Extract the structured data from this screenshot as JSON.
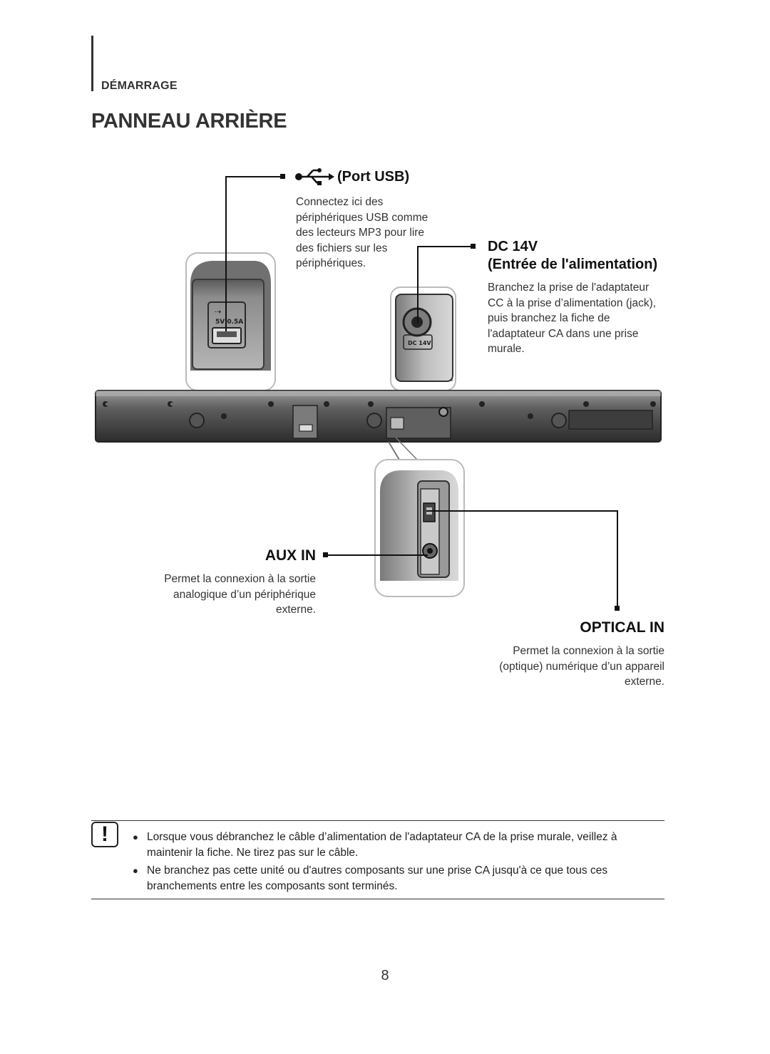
{
  "header": {
    "section": "DÉMARRAGE",
    "title": "PANNEAU ARRIÈRE"
  },
  "usb": {
    "label": "(Port USB)",
    "icon": "usb-icon",
    "desc": [
      "Connectez ici des",
      "périphériques USB comme",
      "des lecteurs MP3 pour lire",
      "des fichiers sur les",
      "périphériques."
    ],
    "panel_text": "5V 0.5A"
  },
  "dc": {
    "label": "DC 14V",
    "sublabel": "(Entrée de l'alimentation)",
    "desc": [
      "Branchez la prise de l'adaptateur",
      "CC à la prise d’alimentation (jack),",
      "puis branchez la fiche de",
      "l'adaptateur CA dans une prise",
      "murale."
    ],
    "panel_text": "DC 14V"
  },
  "aux": {
    "label": "AUX IN",
    "desc": [
      "Permet la connexion à la sortie",
      "analogique d’un périphérique",
      "externe."
    ]
  },
  "optical": {
    "label": "OPTICAL IN",
    "desc": [
      "Permet la connexion à la sortie",
      "(optique) numérique d’un appareil",
      "externe."
    ]
  },
  "notes": {
    "icon": "!",
    "items": [
      "Lorsque vous débranchez le câble d’alimentation de l'adaptateur CA de la prise murale, veillez à maintenir la fiche. Ne tirez pas sur le câble.",
      "Ne branchez pas cette unité ou d'autres composants sur une prise CA jusqu'à ce que tous ces branchements entre les composants sont terminés."
    ]
  },
  "page_number": "8",
  "colors": {
    "text": "#1a1a1a",
    "device_dark": "#3a3a3a",
    "device_light": "#c8c8c8"
  }
}
